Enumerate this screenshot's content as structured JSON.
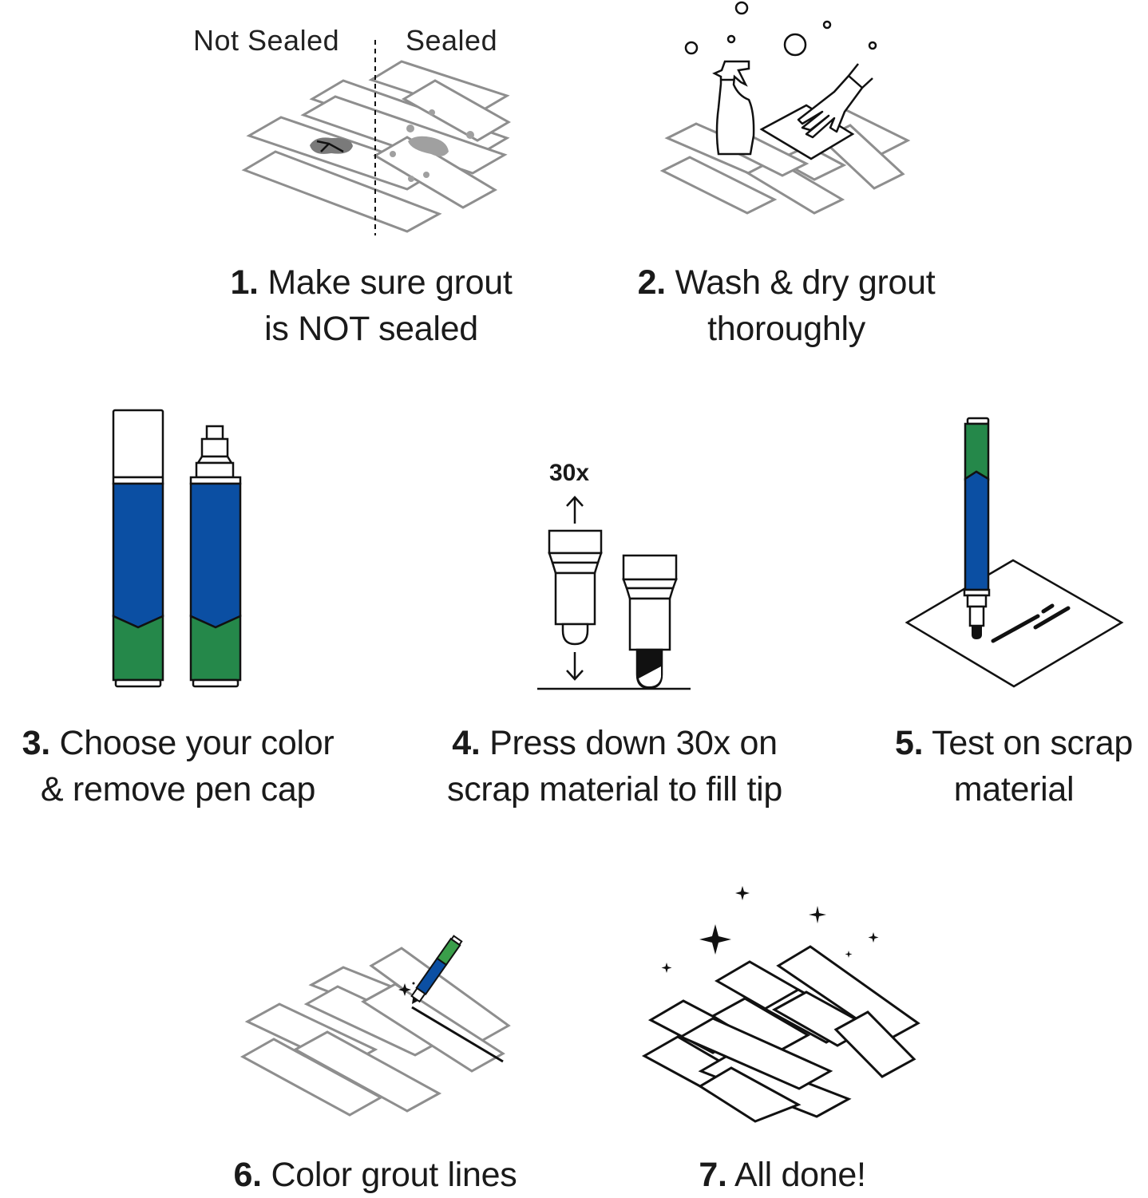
{
  "colors": {
    "blue": "#0b4fa3",
    "green": "#25884a",
    "tile_gray": "#8e8e8e",
    "ink": "#1a1a1a"
  },
  "steps": [
    {
      "number": "1.",
      "line1": "Make sure grout",
      "line2": "is NOT sealed",
      "illustration": "sealed-vs-unsealed-tiles",
      "labels": {
        "left": "Not Sealed",
        "right": "Sealed"
      }
    },
    {
      "number": "2.",
      "line1": "Wash & dry grout",
      "line2": "thoroughly",
      "illustration": "spray-bottle-and-glove-wiping-tiles"
    },
    {
      "number": "3.",
      "line1": "Choose your color",
      "line2": "& remove pen cap",
      "illustration": "capped-and-uncapped-pens"
    },
    {
      "number": "4.",
      "line1": "Press down 30x on",
      "line2": "scrap material to fill tip",
      "illustration": "pen-tip-pressing",
      "badge": "30x"
    },
    {
      "number": "5.",
      "line1": "Test on scrap",
      "line2": "material",
      "illustration": "pen-testing-on-paper"
    },
    {
      "number": "6.",
      "line1": "Color grout lines",
      "illustration": "pen-coloring-grout"
    },
    {
      "number": "7.",
      "line1": "All done!",
      "illustration": "sparkling-tiles"
    }
  ]
}
